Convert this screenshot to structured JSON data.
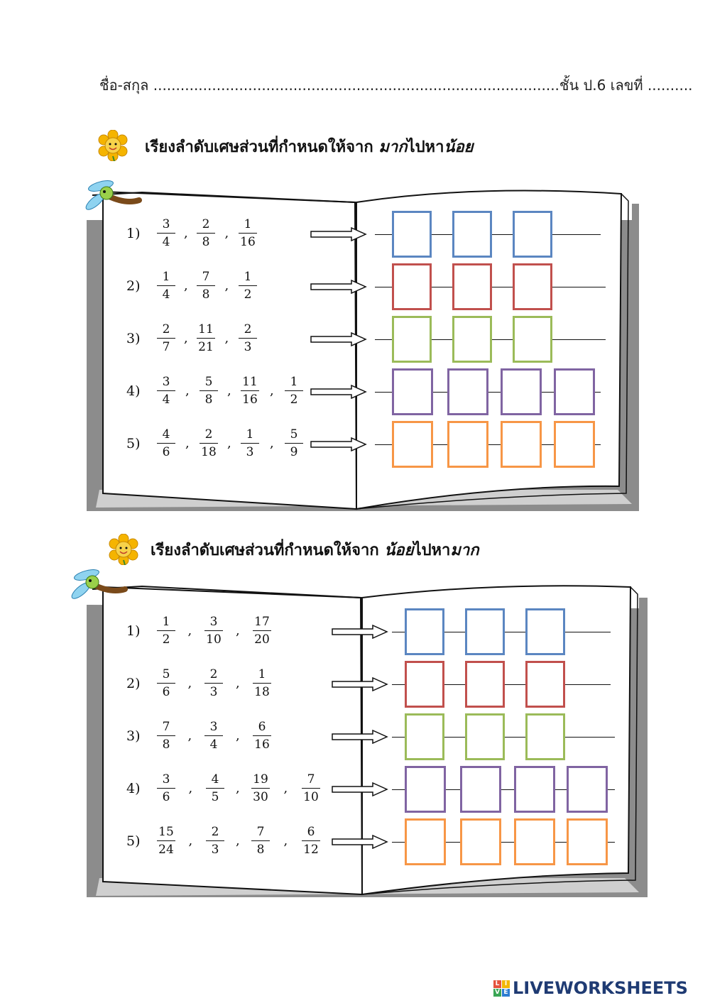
{
  "header": {
    "name_label": "ชื่อ-สกุล",
    "name_dots": "..........................................................................................",
    "class_label": "ชั้น ป.6 เลขที่",
    "no_dots": ".........."
  },
  "sections": [
    {
      "title_prefix": "เรียงลำดับเศษส่วนที่กำหนดให้จาก ",
      "title_em1": "มาก",
      "title_mid": "ไปหา",
      "title_em2": "น้อย",
      "rows": [
        {
          "label": "1)",
          "fractions": [
            [
              "3",
              "4"
            ],
            [
              "2",
              "8"
            ],
            [
              "1",
              "16"
            ]
          ],
          "box_color": "#5b86c1"
        },
        {
          "label": "2)",
          "fractions": [
            [
              "1",
              "4"
            ],
            [
              "7",
              "8"
            ],
            [
              "1",
              "2"
            ]
          ],
          "box_color": "#c1504d"
        },
        {
          "label": "3)",
          "fractions": [
            [
              "2",
              "7"
            ],
            [
              "11",
              "21"
            ],
            [
              "2",
              "3"
            ]
          ],
          "box_color": "#9bbb59"
        },
        {
          "label": "4)",
          "fractions": [
            [
              "3",
              "4"
            ],
            [
              "5",
              "8"
            ],
            [
              "11",
              "16"
            ],
            [
              "1",
              "2"
            ]
          ],
          "box_color": "#8064a2"
        },
        {
          "label": "5)",
          "fractions": [
            [
              "4",
              "6"
            ],
            [
              "2",
              "18"
            ],
            [
              "1",
              "3"
            ],
            [
              "5",
              "9"
            ]
          ],
          "box_color": "#f79646"
        }
      ]
    },
    {
      "title_prefix": "เรียงลำดับเศษส่วนที่กำหนดให้จาก ",
      "title_em1": "น้อย",
      "title_mid": "ไปหา",
      "title_em2": "มาก",
      "rows": [
        {
          "label": "1)",
          "fractions": [
            [
              "1",
              "2"
            ],
            [
              "3",
              "10"
            ],
            [
              "17",
              "20"
            ]
          ],
          "box_color": "#5b86c1"
        },
        {
          "label": "2)",
          "fractions": [
            [
              "5",
              "6"
            ],
            [
              "2",
              "3"
            ],
            [
              "1",
              "18"
            ]
          ],
          "box_color": "#c1504d"
        },
        {
          "label": "3)",
          "fractions": [
            [
              "7",
              "8"
            ],
            [
              "3",
              "4"
            ],
            [
              "6",
              "16"
            ]
          ],
          "box_color": "#9bbb59"
        },
        {
          "label": "4)",
          "fractions": [
            [
              "3",
              "6"
            ],
            [
              "4",
              "5"
            ],
            [
              "19",
              "30"
            ],
            [
              "7",
              "10"
            ]
          ],
          "box_color": "#8064a2"
        },
        {
          "label": "5)",
          "fractions": [
            [
              "15",
              "24"
            ],
            [
              "2",
              "3"
            ],
            [
              "7",
              "8"
            ],
            [
              "6",
              "12"
            ]
          ],
          "box_color": "#f79646"
        }
      ]
    }
  ],
  "logo": {
    "text": "LIVEWORKSHEETS",
    "badge": [
      "L",
      "I",
      "V",
      "E"
    ]
  }
}
